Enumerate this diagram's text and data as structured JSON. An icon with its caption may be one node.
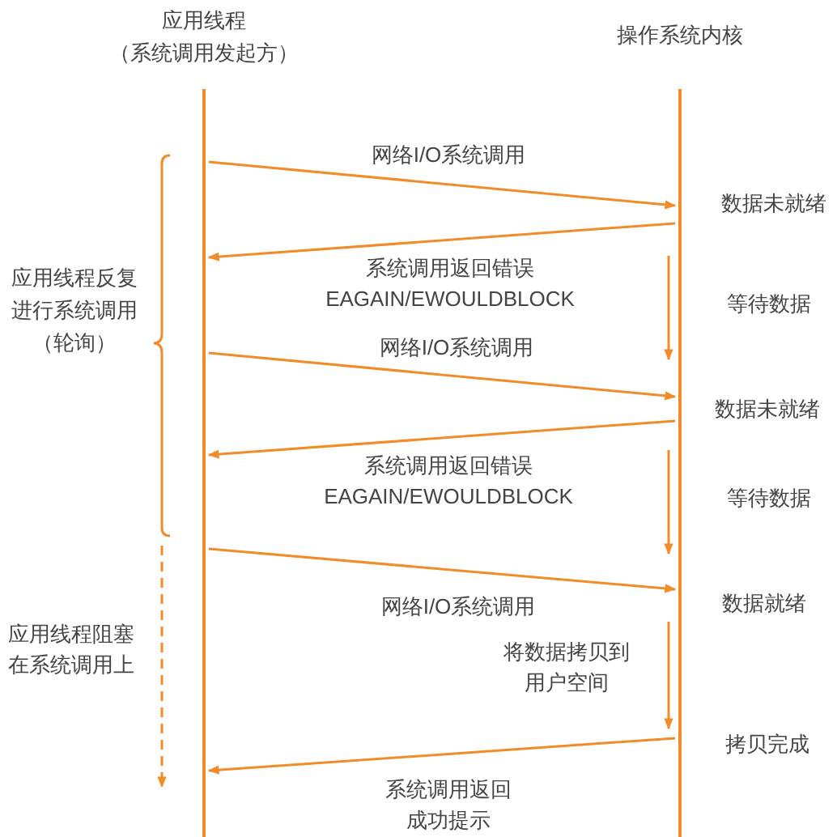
{
  "diagram": {
    "nodes": [
      {
        "text": [
          "应用线程",
          "（系统调用发起方）"
        ]
      },
      {
        "text": [
          "操作系统内核"
        ]
      }
    ],
    "edges": [
      {
        "from": 0,
        "to": 1,
        "arrow": "to",
        "label": "网络I/O系统调用"
      },
      {
        "from": 1,
        "to": 0,
        "arrow": "to",
        "label": "系统调用返回错误 EAGAIN/EWOULDBLOCK"
      },
      {
        "from": 0,
        "to": 1,
        "arrow": "to",
        "label": "网络I/O系统调用"
      },
      {
        "from": 1,
        "to": 0,
        "arrow": "to",
        "label": "系统调用返回错误 EAGAIN/EWOULDBLOCK"
      },
      {
        "from": 0,
        "to": 1,
        "arrow": "to",
        "label": "网络I/O系统调用"
      },
      {
        "from": 1,
        "to": 0,
        "arrow": "to",
        "label": "系统调用返回成功提示"
      }
    ],
    "labels": [
      "数据未就绪",
      "应用线程反复进行系统调用（轮询）",
      "等待数据",
      "数据未就绪",
      "等待数据",
      "数据就绪",
      "应用线程阻塞在系统调用上",
      "将数据拷贝到用户空间",
      "拷贝完成"
    ]
  }
}
